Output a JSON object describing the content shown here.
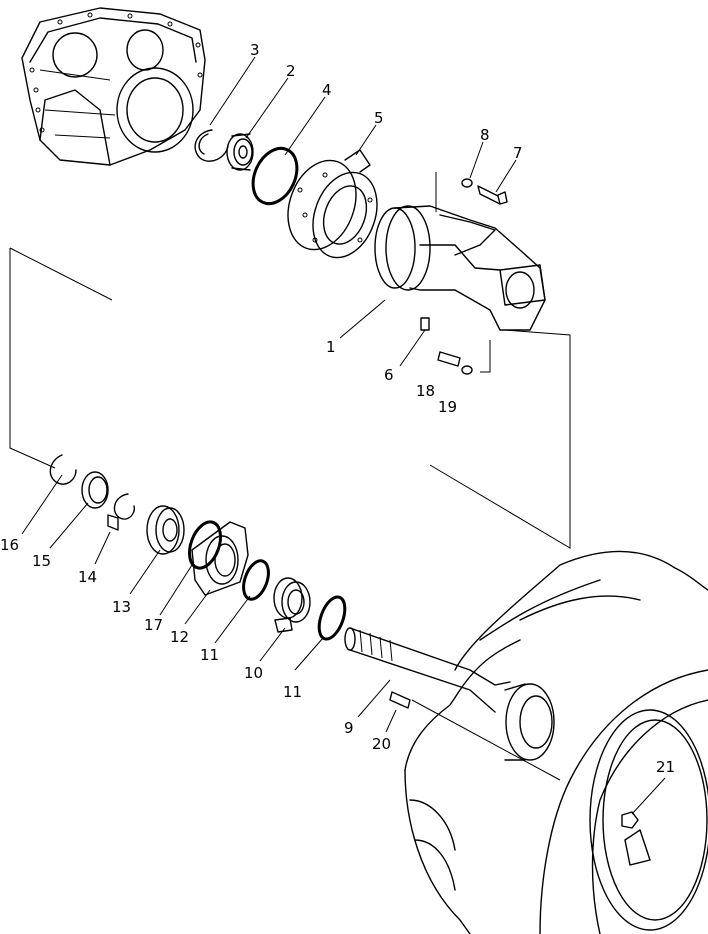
{
  "callouts": [
    {
      "id": "c1",
      "text": "1"
    },
    {
      "id": "c2",
      "text": "2"
    },
    {
      "id": "c3",
      "text": "3"
    },
    {
      "id": "c4",
      "text": "4"
    },
    {
      "id": "c5",
      "text": "5"
    },
    {
      "id": "c6",
      "text": "6"
    },
    {
      "id": "c7",
      "text": "7"
    },
    {
      "id": "c8",
      "text": "8"
    },
    {
      "id": "c9",
      "text": "9"
    },
    {
      "id": "c10",
      "text": "10"
    },
    {
      "id": "c11a",
      "text": "11"
    },
    {
      "id": "c11b",
      "text": "11"
    },
    {
      "id": "c12",
      "text": "12"
    },
    {
      "id": "c13",
      "text": "13"
    },
    {
      "id": "c14",
      "text": "14"
    },
    {
      "id": "c15",
      "text": "15"
    },
    {
      "id": "c16",
      "text": "16"
    },
    {
      "id": "c17",
      "text": "17"
    },
    {
      "id": "c18",
      "text": "18"
    },
    {
      "id": "c19",
      "text": "19"
    },
    {
      "id": "c20",
      "text": "20"
    },
    {
      "id": "c21",
      "text": "21"
    }
  ]
}
